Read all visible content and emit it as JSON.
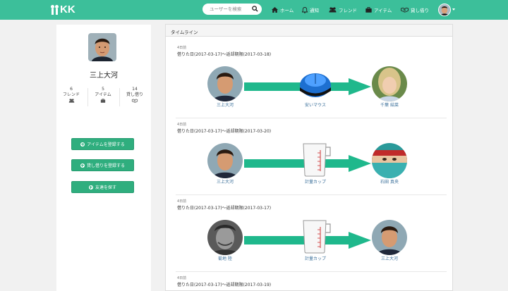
{
  "nav": {
    "logo_text": "KK",
    "search_placeholder": "ユーザーを検索",
    "home": "ホーム",
    "notify": "通知",
    "friend": "フレンド",
    "item": "アイテム",
    "lend": "貸し借り"
  },
  "profile": {
    "name": "三上大河",
    "stats": [
      {
        "count": "6",
        "label": "フレンド",
        "icon": "users-icon"
      },
      {
        "count": "5",
        "label": "アイテム",
        "icon": "briefcase-icon"
      },
      {
        "count": "14",
        "label": "貸し借り",
        "icon": "handshake-icon"
      }
    ],
    "buttons": [
      "アイテムを登録する",
      "貸し借りを登録する",
      "友達を探す"
    ]
  },
  "timeline": {
    "title": "タイムライン",
    "entries": [
      {
        "ago": "4日前",
        "period": "借りた日(2017-03-17)〜返却期限(2017-03-18)",
        "from": "三上大河",
        "item": "安いマウス",
        "to": "千葉 結菜"
      },
      {
        "ago": "4日前",
        "period": "借りた日(2017-03-17)〜返却期限(2017-03-20)",
        "from": "三上大河",
        "item": "計量カップ",
        "to": "石田 真央"
      },
      {
        "ago": "4日前",
        "period": "借りた日(2017-03-17)〜返却期限(2017-03-17)",
        "from": "菊地 陸",
        "item": "計量カップ",
        "to": "三上大河"
      },
      {
        "ago": "4日前",
        "period": "借りた日(2017-03-17)〜返却期限(2017-03-19)"
      }
    ]
  },
  "colors": {
    "nav": "#3cbf9a",
    "arrow": "#1fb88c",
    "button": "#2fae7e",
    "link": "#3a6f9a"
  }
}
